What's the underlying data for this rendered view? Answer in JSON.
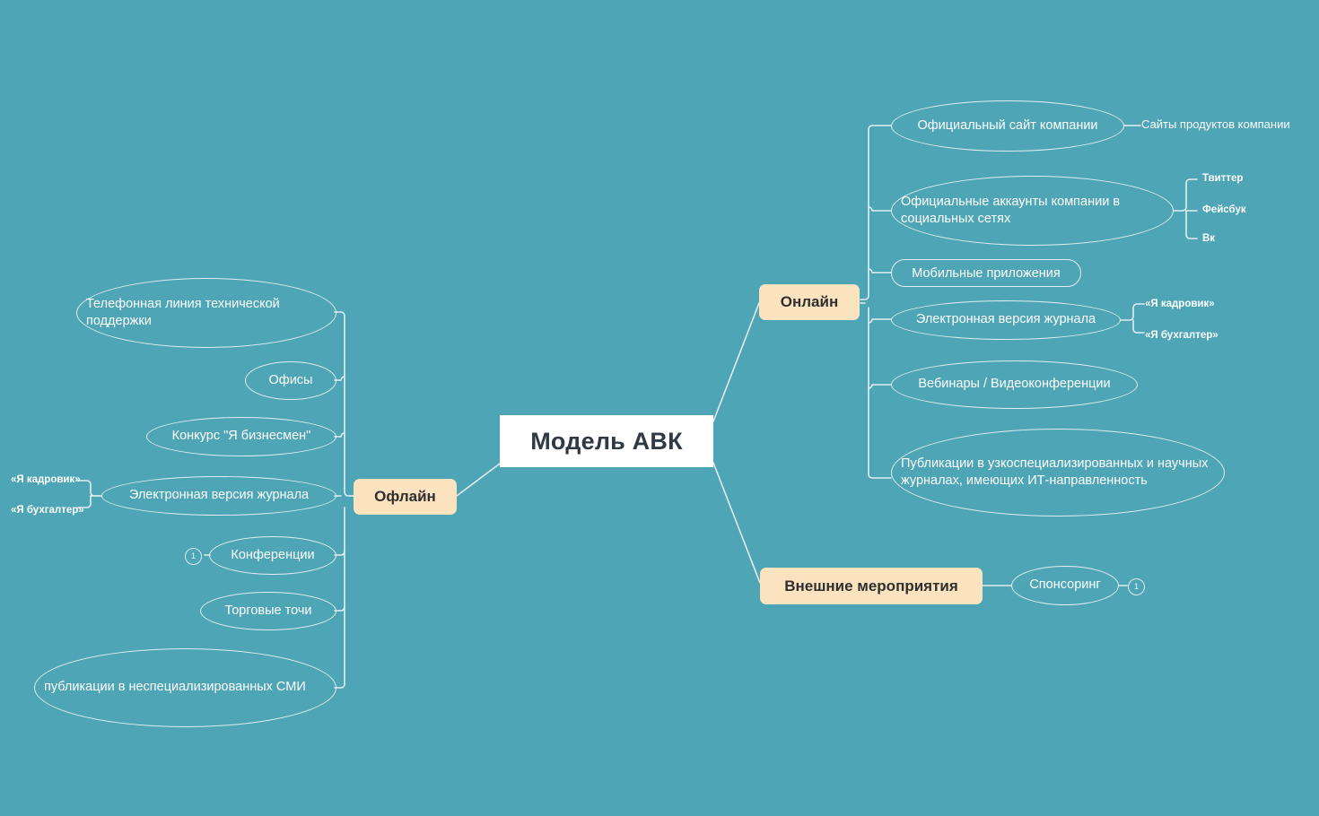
{
  "diagram": {
    "type": "mind-map",
    "background_color": "#4da5b6",
    "accent_color": "#fbe3c0",
    "line_color": "#e2eef1",
    "root": {
      "label": "Модель АВК"
    },
    "branches": [
      {
        "id": "offline",
        "label": "Офлайн",
        "side": "left",
        "children": [
          {
            "label": "Телефонная линия технической поддержки",
            "shape": "ellipse"
          },
          {
            "label": "Офисы",
            "shape": "ellipse"
          },
          {
            "label": "Конкурс \"Я бизнесмен\"",
            "shape": "ellipse"
          },
          {
            "label": "Электронная версия журнала",
            "shape": "ellipse",
            "children": [
              {
                "label": "«Я кадровик»"
              },
              {
                "label": "«Я бухгалтер»"
              }
            ]
          },
          {
            "label": "Конференции",
            "shape": "ellipse",
            "marker": "1"
          },
          {
            "label": "Торговые точи",
            "shape": "ellipse"
          },
          {
            "label": "публикации в неспециализированных СМИ",
            "shape": "ellipse"
          }
        ]
      },
      {
        "id": "online",
        "label": "Онлайн",
        "side": "right",
        "children": [
          {
            "label": "Официальный сайт компании",
            "shape": "ellipse",
            "children": [
              {
                "label": "Сайты продуктов компании"
              }
            ]
          },
          {
            "label": "Официальные аккаунты компании в социальных сетях",
            "shape": "ellipse",
            "children": [
              {
                "label": "Твиттер"
              },
              {
                "label": "Фейсбук"
              },
              {
                "label": "Вк"
              }
            ]
          },
          {
            "label": "Мобильные приложения",
            "shape": "pill"
          },
          {
            "label": "Электронная версия журнала",
            "shape": "ellipse",
            "children": [
              {
                "label": "«Я кадровик»"
              },
              {
                "label": "«Я бухгалтер»"
              }
            ]
          },
          {
            "label": "Вебинары / Видеоконференции",
            "shape": "ellipse"
          },
          {
            "label": "Публикации в узкоспециализированных и научных журналах, имеющих ИТ-направленность",
            "shape": "ellipse"
          }
        ]
      },
      {
        "id": "external-events",
        "label": "Внешние мероприятия",
        "side": "right",
        "children": [
          {
            "label": "Спонсоринг",
            "shape": "ellipse",
            "marker": "1"
          }
        ]
      }
    ]
  }
}
